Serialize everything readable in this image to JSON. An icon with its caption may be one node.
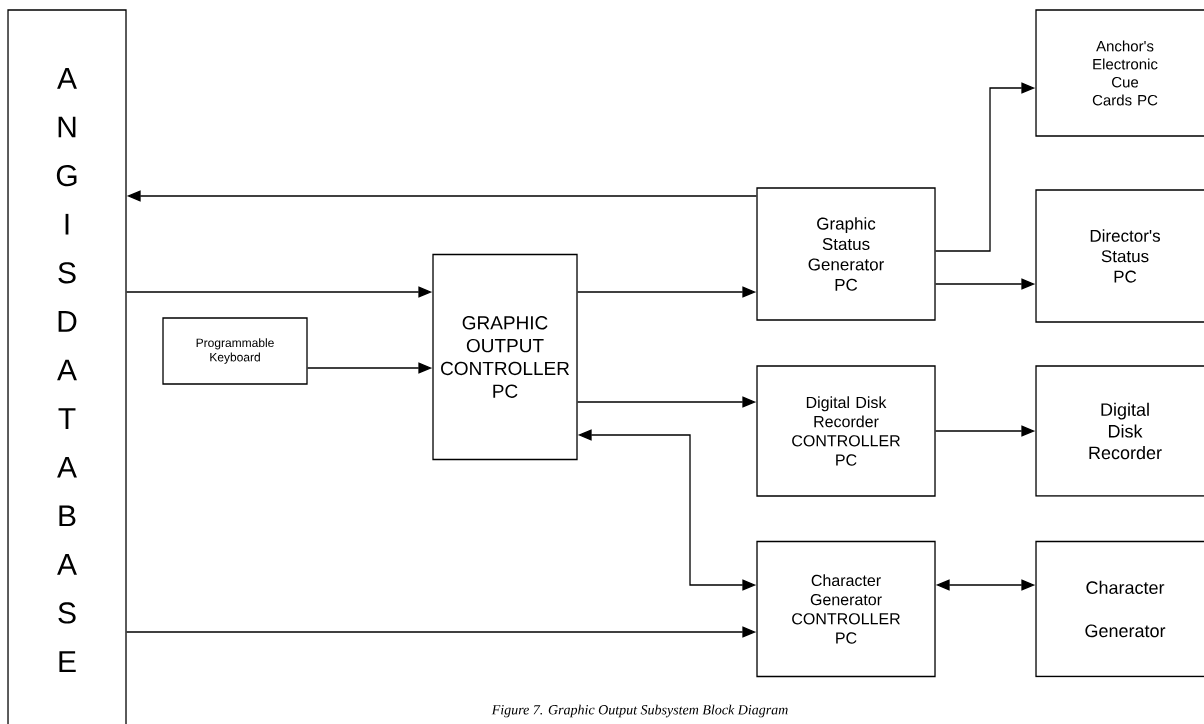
{
  "diagram": {
    "caption": "Figure 7. Graphic Output Subsystem Block Diagram",
    "nodes": [
      {
        "text": [
          "A N G I S D A T A B A S E"
        ]
      },
      {
        "text": [
          "Programmable Keyboard"
        ]
      },
      {
        "text": [
          "GRAPHIC OUTPUT CONTROLLER PC"
        ]
      },
      {
        "text": [
          "Graphic Status Generator PC"
        ]
      },
      {
        "text": [
          "Digital Disk Recorder CONTROLLER PC"
        ]
      },
      {
        "text": [
          "Character Generator CONTROLLER PC"
        ]
      },
      {
        "text": [
          "Anchor's Electronic Cue Cards PC"
        ]
      },
      {
        "text": [
          "Director's Status PC"
        ]
      },
      {
        "text": [
          "Digital Disk Recorder"
        ]
      },
      {
        "text": [
          "Character Generator"
        ]
      }
    ],
    "edges": [
      {
        "from": 3,
        "to": 0,
        "arrow": "to"
      },
      {
        "from": 0,
        "to": 2,
        "arrow": "to"
      },
      {
        "from": 0,
        "to": 5,
        "arrow": "to"
      },
      {
        "from": 1,
        "to": 2,
        "arrow": "to"
      },
      {
        "from": 2,
        "to": 3,
        "arrow": "to"
      },
      {
        "from": 3,
        "to": 6,
        "arrow": "to"
      },
      {
        "from": 3,
        "to": 7,
        "arrow": "to"
      },
      {
        "from": 2,
        "to": 4,
        "arrow": "to"
      },
      {
        "from": 2,
        "to": 5,
        "arrow": "both"
      },
      {
        "from": 4,
        "to": 8,
        "arrow": "to"
      },
      {
        "from": 5,
        "to": 9,
        "arrow": "both"
      }
    ]
  }
}
